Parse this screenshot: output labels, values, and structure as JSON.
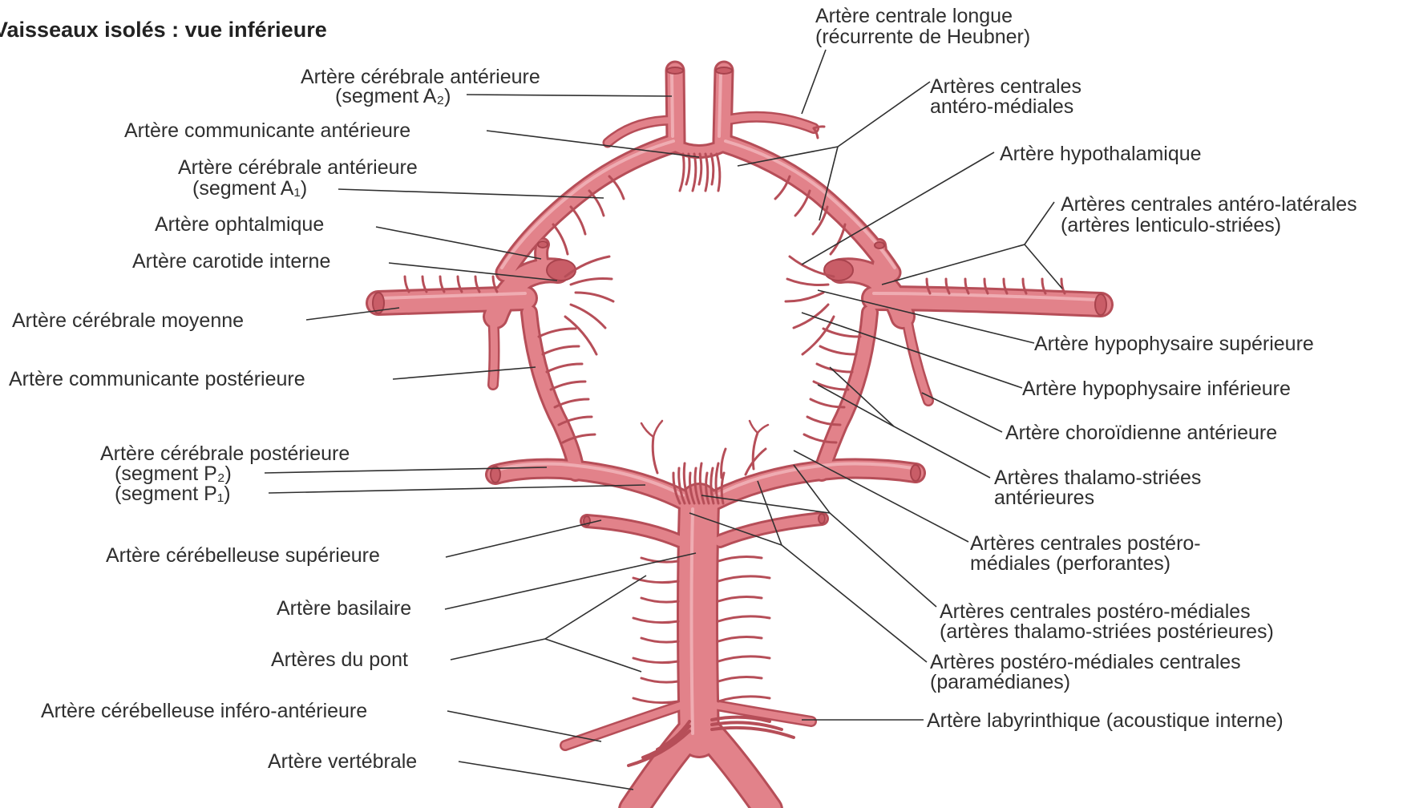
{
  "title": "Vaisseaux isolés : vue inférieure",
  "colors": {
    "artery": "#e2828a",
    "artery_dark": "#b64e58",
    "artery_light": "#f3b7bc",
    "leader": "#303030",
    "text": "#2f2f2f"
  },
  "labels_left": {
    "aca_a2_l1": "Artère cérébrale antérieure",
    "aca_a2_l2": "(segment A₂)",
    "acom": "Artère communicante antérieure",
    "aca_a1_l1": "Artère cérébrale antérieure",
    "aca_a1_l2": "(segment A₁)",
    "ophtalmique": "Artère ophtalmique",
    "carotide": "Artère carotide interne",
    "mca": "Artère cérébrale moyenne",
    "pcom": "Artère communicante postérieure",
    "pca_l1": "Artère cérébrale postérieure",
    "pca_p2": "(segment P₂)",
    "pca_p1": "(segment P₁)",
    "sca": "Artère cérébelleuse supérieure",
    "basilaire": "Artère basilaire",
    "pont": "Artères du pont",
    "aica": "Artère cérébelleuse inféro-antérieure",
    "vertebrale": "Artère vertébrale"
  },
  "labels_right": {
    "heubner_l1": "Artère centrale longue",
    "heubner_l2": "(récurrente de Heubner)",
    "antmed_l1": "Artères centrales",
    "antmed_l2": "antéro-médiales",
    "hypothal": "Artère hypothalamique",
    "antlat_l1": "Artères centrales antéro-latérales",
    "antlat_l2": "(artères lenticulo-striées)",
    "hyposup": "Artère hypophysaire supérieure",
    "hypoinf": "Artère hypophysaire inférieure",
    "choroid": "Artère choroïdienne antérieure",
    "thalant_l1": "Artères thalamo-striées",
    "thalant_l2": "antérieures",
    "postmed_l1": "Artères centrales postéro-",
    "postmed_l2": "médiales (perforantes)",
    "postmed2_l1": "Artères centrales postéro-médiales",
    "postmed2_l2": "(artères thalamo-striées postérieures)",
    "paramed_l1": "Artères postéro-médiales centrales",
    "paramed_l2": "(paramédianes)",
    "labyr": "Artère labyrinthique (acoustique interne)"
  }
}
